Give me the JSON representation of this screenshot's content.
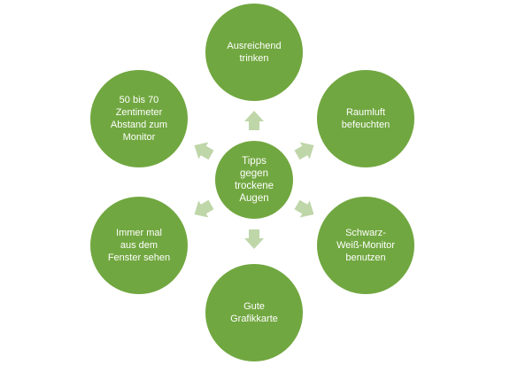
{
  "diagram": {
    "center": {
      "label": "Tipps\ngegen\ntrockene\nAugen"
    },
    "nodes": [
      {
        "label": "Ausreichend\ntrinken"
      },
      {
        "label": "Raumluft\nbefeuchten"
      },
      {
        "label": "Schwarz-\nWeiß-Monitor\nbenutzen"
      },
      {
        "label": "Gute\nGrafikkarte"
      },
      {
        "label": "Immer mal\naus dem\nFenster sehen"
      },
      {
        "label": "50 bis 70\nZentimeter\nAbstand zum\nMonitor"
      }
    ],
    "colors": {
      "circle_fill": "#71a740",
      "arrow_fill": "#bfd6a9",
      "text": "#ffffff"
    }
  }
}
